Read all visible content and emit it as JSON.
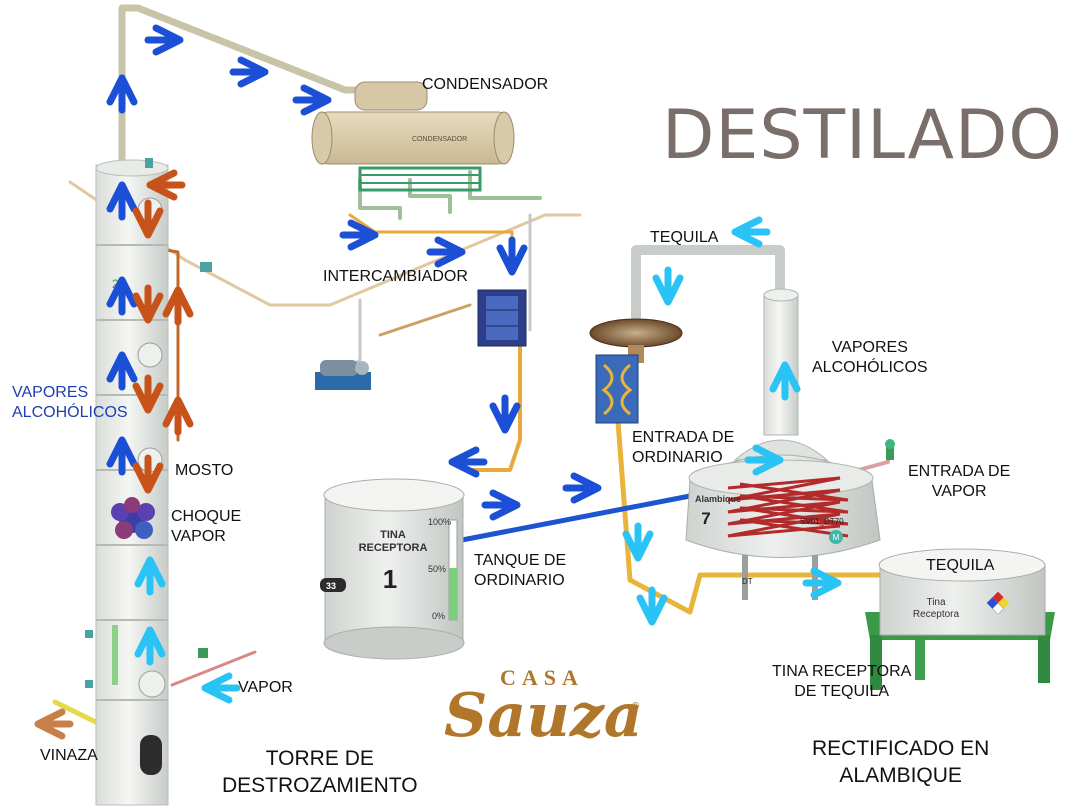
{
  "title": "DESTILADO",
  "brand": {
    "top": "CASA",
    "name": "Sauza",
    "mark": "®"
  },
  "labels": {
    "condensador": "CONDENSADOR",
    "intercambiador": "INTERCAMBIADOR",
    "tequila_top": "TEQUILA",
    "vapores_right": "VAPORES\nALCOHÓLICOS",
    "vapores_left": "VAPORES\nALCOHÓLICOS",
    "mosto": "MOSTO",
    "choque_vapor": "CHOQUE\nVAPOR",
    "entrada_ordinario": "ENTRADA DE\nORDINARIO",
    "entrada_vapor": "ENTRADA DE\nVAPOR",
    "tanque_ordinario": "TANQUE DE\nORDINARIO",
    "tequila_right": "TEQUILA",
    "tina_receptora_tequila": "TINA RECEPTORA\nDE TEQUILA",
    "vapor": "VAPOR",
    "vinaza": "VINAZA",
    "torre": "TORRE DE\nDESTROZAMIENTO",
    "rectificado": "RECTIFICADO EN\nALAMBIQUE"
  },
  "equipment": {
    "condensador_plate": "CONDENSADOR",
    "tina1_title": "TINA\nRECEPTORA",
    "tina1_number": "1",
    "tina1_scale": [
      "100%",
      "50%",
      "0%"
    ],
    "tina1_tag": "33",
    "alambique_title": "Alambique",
    "alambique_number": "7",
    "alambique_tag": "SV01_DT70",
    "alambique_motor": "M",
    "alambique_dt": "DT",
    "tina2_title": "Tina\nReceptora",
    "column_tag": "2"
  },
  "colors": {
    "title": "#7a6e6a",
    "vapor_arrow": "#1a4fd6",
    "liquid_arrow": "#29c3f5",
    "mosto_arrow": "#c8531a",
    "label_blue": "#1d3fb0",
    "brand": "#b0762a",
    "pipe_gray": "#c9c3a8",
    "pipe_orange": "#e8a93a",
    "pipe_blue": "#1d55d0",
    "equipment_white": "#e6e8e5",
    "stand_green": "#2f9a48",
    "coil_red": "#b22a2a"
  },
  "icons": [
    "arrow-icon",
    "valve-icon",
    "pump-icon",
    "heat-exchanger-icon",
    "hazard-diamond-icon"
  ]
}
